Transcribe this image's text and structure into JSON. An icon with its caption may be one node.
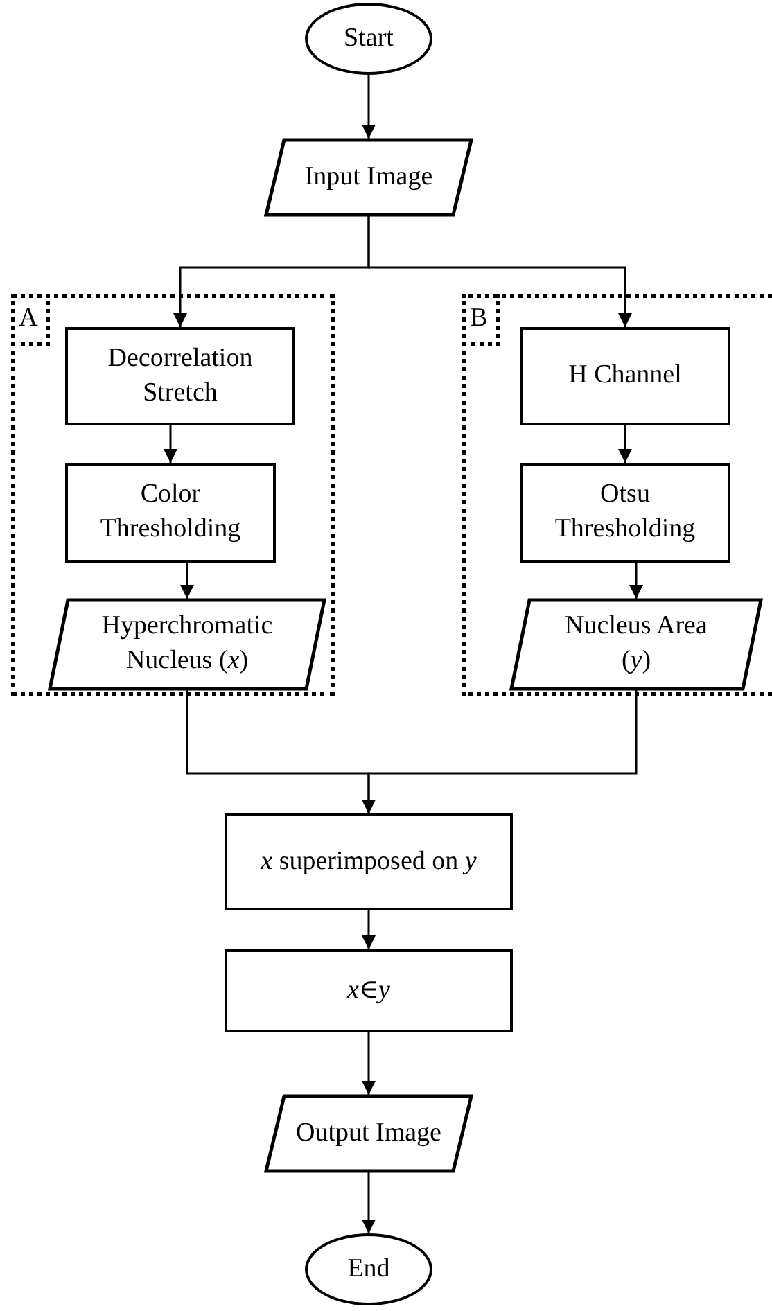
{
  "diagram": {
    "nodes": [
      {
        "text": [
          "Start"
        ]
      },
      {
        "text": [
          "Input Image"
        ]
      },
      {
        "text": [
          "A"
        ]
      },
      {
        "text": [
          "Decorrelation Stretch"
        ],
        "in": 2
      },
      {
        "text": [
          "Color Thresholding"
        ],
        "in": 2
      },
      {
        "text": [
          "Hyperchromatic Nucleus (*x*)"
        ],
        "in": 2
      },
      {
        "text": [
          "B"
        ]
      },
      {
        "text": [
          "H Channel"
        ],
        "in": 6
      },
      {
        "text": [
          "Otsu Thresholding"
        ],
        "in": 6
      },
      {
        "text": [
          "Nucleus Area (*y*)"
        ],
        "in": 6
      },
      {
        "text": [
          "*x* superimposed on *y*"
        ]
      },
      {
        "text": [
          "*x*∈*y*"
        ]
      },
      {
        "text": [
          "Output Image"
        ]
      },
      {
        "text": [
          "End"
        ]
      }
    ],
    "edges": [
      {
        "from": 0,
        "to": 1,
        "arrow": "to"
      },
      {
        "from": 1,
        "to": 3,
        "arrow": "to"
      },
      {
        "from": 1,
        "to": 7,
        "arrow": "to"
      },
      {
        "from": 3,
        "to": 4,
        "arrow": "to"
      },
      {
        "from": 4,
        "to": 5,
        "arrow": "to"
      },
      {
        "from": 7,
        "to": 8,
        "arrow": "to"
      },
      {
        "from": 8,
        "to": 9,
        "arrow": "to"
      },
      {
        "from": 5,
        "to": 10,
        "arrow": "to"
      },
      {
        "from": 9,
        "to": 10,
        "arrow": "to"
      },
      {
        "from": 10,
        "to": 11,
        "arrow": "to"
      },
      {
        "from": 11,
        "to": 12,
        "arrow": "to"
      },
      {
        "from": 12,
        "to": 13,
        "arrow": "to"
      }
    ]
  }
}
